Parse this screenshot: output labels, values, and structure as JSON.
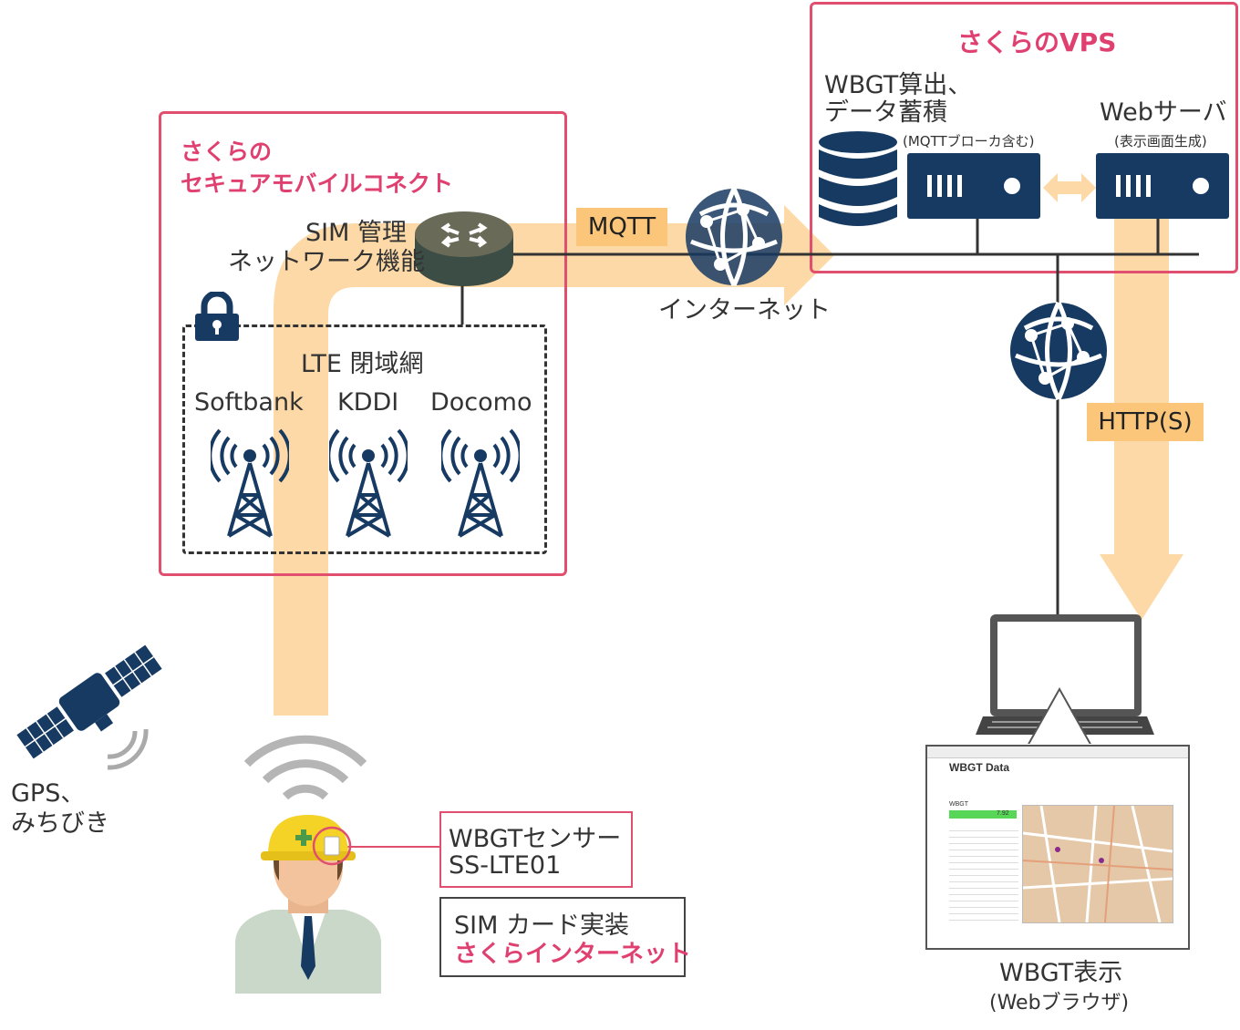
{
  "vps": {
    "title": "さくらのVPS"
  },
  "secure": {
    "title_line1": "さくらの",
    "title_line2": "セキュアモバイルコネクト"
  },
  "sim_mgmt": {
    "line1": "SIM 管理",
    "line2": "ネットワーク機能"
  },
  "lte": {
    "title": "LTE 閉域網",
    "carriers": [
      "Softbank",
      "KDDI",
      "Docomo"
    ]
  },
  "mqtt": {
    "label": "MQTT"
  },
  "internet": {
    "label": "インターネット"
  },
  "wbgt_calc": {
    "line1": "WBGT算出、",
    "line2": "データ蓄積",
    "sub": "(MQTTブローカ含む)"
  },
  "web_server": {
    "title": "Webサーバ",
    "sub": "(表示画面生成)"
  },
  "http": {
    "label": "HTTP(S)"
  },
  "gps": {
    "line1": "GPS、",
    "line2": "みちびき"
  },
  "sensor": {
    "line1": "WBGTセンサー",
    "line2": "SS-LTE01"
  },
  "sim_card": {
    "line1": "SIM カード実装",
    "line2": "さくらインターネット"
  },
  "display": {
    "line1": "WBGT表示",
    "line2": "(Webブラウザ)"
  },
  "browser": {
    "page_title": "WBGT Data",
    "wbgt_label": "WBGT",
    "wbgt_value": "7.92"
  },
  "colors": {
    "accent_pink": "#e0506e",
    "navy": "#173a63",
    "flow_orange": "#fcd9a6",
    "label_orange": "#fcc67a"
  }
}
